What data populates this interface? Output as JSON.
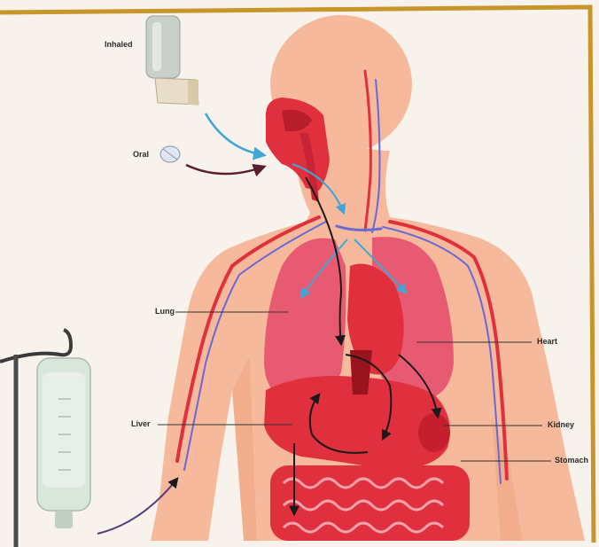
{
  "labels": {
    "inhaled": "Inhaled",
    "oral": "Oral",
    "lung": "Lung",
    "liver": "Liver",
    "heart": "Heart",
    "kidney": "Kidney",
    "stomach": "Stomach"
  },
  "colors": {
    "background": "#f7f3ec",
    "frame": "#c8952a",
    "skin": "#f6b99b",
    "organ_red": "#e0303e",
    "lung_pink": "#e85a72",
    "vein_blue": "#6a6ad6",
    "inhaled_arrow": "#3fa6d6",
    "oral_arrow": "#5a1e2e",
    "iv_bag": "#d9e6dc"
  }
}
